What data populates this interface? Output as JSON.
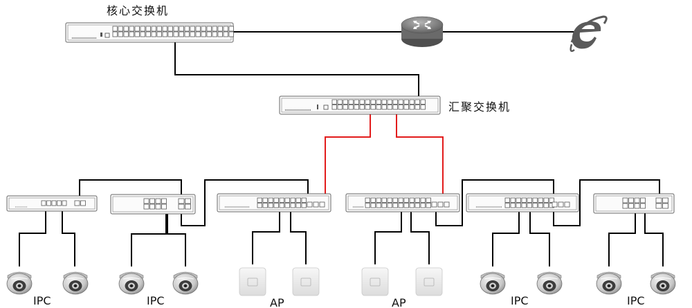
{
  "labels": {
    "core_switch": "核心交换机",
    "aggregation_switch": "汇聚交换机",
    "ipc_1": "IPC",
    "ipc_2": "IPC",
    "ap_1": "AP",
    "ap_2": "AP",
    "ipc_3": "IPC",
    "ipc_4": "IPC"
  },
  "colors": {
    "uplink": "#e21b1b",
    "link": "#000000",
    "router": "#7a7a7a",
    "internet_logo": "#555555"
  },
  "icons": {
    "router": "router-icon",
    "internet": "internet-explorer-icon",
    "camera": "dome-camera-icon",
    "access_point": "access-point-icon"
  }
}
